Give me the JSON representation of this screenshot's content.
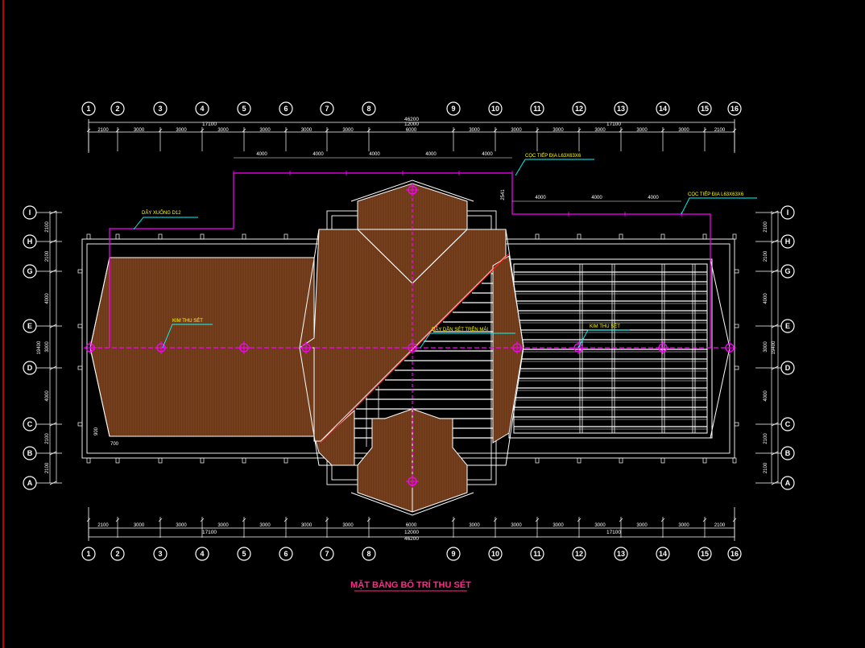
{
  "colors": {
    "background": "#000000",
    "roof_fill": "#6e3a1a",
    "outline": "#ffffff",
    "lightning_wire": "#ff00ff",
    "leader": "#00ffff",
    "label_text": "#ffff00",
    "title_text": "#ff2a8a",
    "ridge_line": "#ff0000"
  },
  "grid": {
    "top_axes": [
      "1",
      "2",
      "3",
      "4",
      "5",
      "6",
      "7",
      "8",
      "9",
      "10",
      "11",
      "12",
      "13",
      "14",
      "15",
      "16"
    ],
    "bottom_axes": [
      "1",
      "2",
      "3",
      "4",
      "5",
      "6",
      "7",
      "8",
      "9",
      "10",
      "11",
      "12",
      "13",
      "14",
      "15",
      "16"
    ],
    "left_axes": [
      "I",
      "H",
      "G",
      "E",
      "D",
      "C",
      "B",
      "A"
    ],
    "right_axes": [
      "I",
      "H",
      "G",
      "E",
      "D",
      "C",
      "B",
      "A"
    ]
  },
  "dims": {
    "top_spans": [
      "2100",
      "3000",
      "3000",
      "3000",
      "3000",
      "3000",
      "3000",
      "6000",
      "3000",
      "3000",
      "3000",
      "3000",
      "3000",
      "3000",
      "2100"
    ],
    "top_totals": {
      "overall": "46200",
      "left": "17100",
      "middle": "12000",
      "right": "17100"
    },
    "bottom_spans": [
      "2100",
      "3000",
      "3000",
      "3000",
      "3000",
      "3000",
      "3000",
      "6000",
      "3000",
      "3000",
      "3000",
      "3000",
      "3000",
      "3000",
      "2100"
    ],
    "bottom_totals": {
      "overall": "46200",
      "left": "17100",
      "middle": "12000",
      "right": "17100"
    },
    "wire_upper": [
      "4000",
      "4000",
      "4000",
      "4000",
      "4000"
    ],
    "wire_lower": [
      "4000",
      "4000",
      "4000"
    ],
    "wire_drop": "2541",
    "left_spans": [
      "2100",
      "2100",
      "4000",
      "3000",
      "4000",
      "2100",
      "2100"
    ],
    "left_total": "19400",
    "right_spans": [
      "2100",
      "2100",
      "4000",
      "3000",
      "4000",
      "2100",
      "2100"
    ],
    "right_total": "19400",
    "detail_900": "900",
    "detail_700": "700"
  },
  "labels": {
    "ground_rod_1": "CỌC TIẾP ĐỊA L63X63X6",
    "ground_rod_2": "CỌC TIẾP ĐỊA L63X63X6",
    "down_wire": "DÂY XUỐNG D12",
    "air_terminal_left": "KIM THU SÉT",
    "air_terminal_right": "KIM THU SÉT",
    "roof_conductor": "DÂY DẪN SÉT TRÊN MÁI",
    "title": "MẶT BẰNG BỐ TRÍ THU SÉT"
  }
}
